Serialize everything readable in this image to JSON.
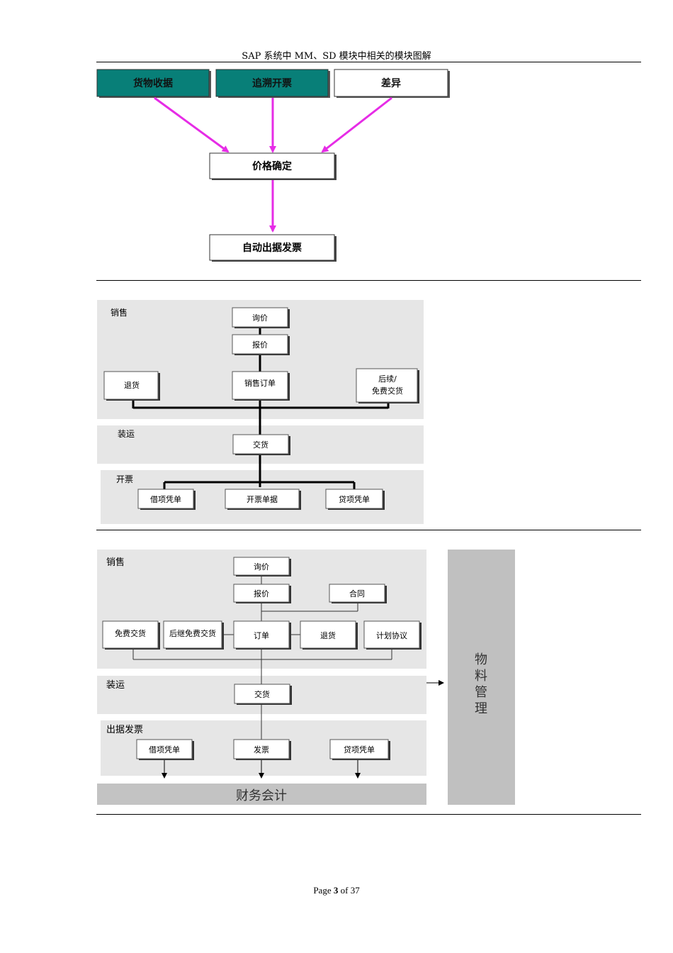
{
  "header": {
    "title": "SAP 系统中 MM、SD 模块中相关的模块图解"
  },
  "diagram1": {
    "top_boxes": [
      "货物收据",
      "追溯开票",
      "差异"
    ],
    "middle_box": "价格确定",
    "bottom_box": "自动出据发票",
    "colors": {
      "teal": "#087f78",
      "arrow": "#e62ce6"
    }
  },
  "diagram2": {
    "sections": [
      "销售",
      "装运",
      "开票"
    ],
    "boxes": {
      "inquiry": "询价",
      "quotation": "报价",
      "returns": "退货",
      "sales_order": "销售订单",
      "followup_line1": "后续/",
      "followup_line2": "免费交货",
      "delivery": "交货",
      "debit_memo": "借项凭单",
      "billing_doc": "开票单据",
      "credit_memo": "贷项凭单"
    }
  },
  "diagram3": {
    "sections": [
      "销售",
      "装运",
      "出据发票"
    ],
    "boxes": {
      "inquiry": "询价",
      "quotation": "报价",
      "contract": "合同",
      "free_delivery": "免费交货",
      "followup_free": "后继免费交货",
      "order": "订单",
      "returns": "退货",
      "schedule_agreement": "计划协议",
      "delivery": "交货",
      "debit_memo": "借项凭单",
      "invoice": "发票",
      "credit_memo": "贷项凭单"
    },
    "finance": "财务会计",
    "material_mgmt": [
      "物",
      "料",
      "管",
      "理"
    ]
  },
  "footer": {
    "page_label": "Page",
    "page_num": "3",
    "of_label": "of",
    "total": "37"
  }
}
